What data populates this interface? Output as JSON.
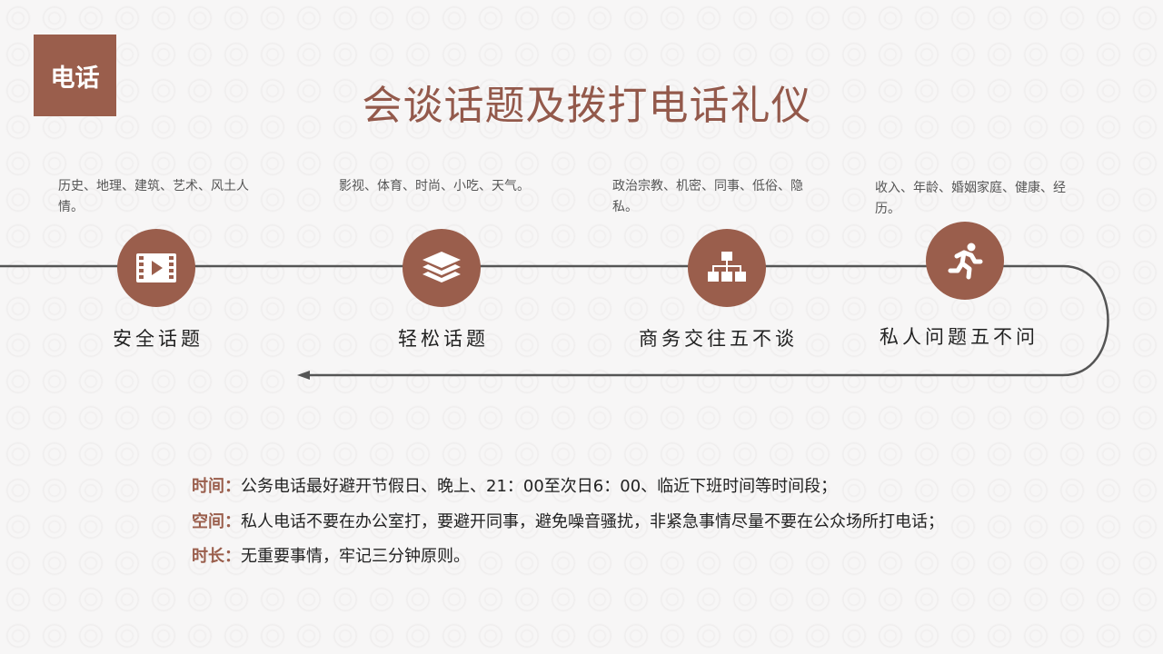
{
  "badge": "电话",
  "title": "会谈话题及拨打电话礼仪",
  "topics": [
    {
      "desc": "历史、地理、建筑、艺术、风土人情。",
      "icon": "video-icon",
      "label": "安全话题"
    },
    {
      "desc": "影视、体育、时尚、小吃、天气。",
      "icon": "layers-icon",
      "label": "轻松话题"
    },
    {
      "desc": "政治宗教、机密、同事、低俗、隐私。",
      "icon": "hierarchy-icon",
      "label": "商务交往五不谈"
    },
    {
      "desc": "收入、年龄、婚姻家庭、健康、经历。",
      "icon": "running-person-icon",
      "label": "私人问题五不问"
    }
  ],
  "rules": [
    {
      "key": "时间：",
      "text": "公务电话最好避开节假日、晚上、21：00至次日6：00、临近下班时间等时间段；"
    },
    {
      "key": "空间：",
      "text": "私人电话不要在办公室打，要避开同事，避免噪音骚扰，非紧急事情尽量不要在公众场所打电话；"
    },
    {
      "key": "时长：",
      "text": "无重要事情，牢记三分钟原则。"
    }
  ],
  "colors": {
    "accent": "#9a5e4c",
    "line": "#555555"
  }
}
